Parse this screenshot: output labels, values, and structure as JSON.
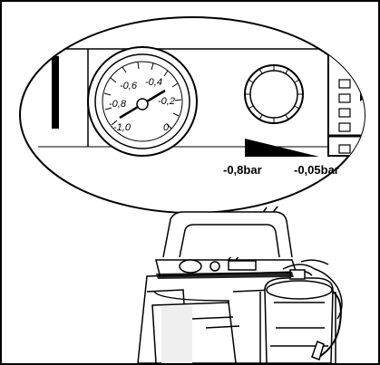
{
  "gauge": {
    "scale_labels": [
      "-0,6",
      "-0,4",
      "-0,8",
      "-0,2",
      "-1,0",
      "0"
    ]
  },
  "callouts": {
    "left_pressure": "-0,8bar",
    "right_pressure": "-0,05bar"
  },
  "colors": {
    "ink": "#000000",
    "paper": "#ffffff",
    "shade": "#efefef"
  }
}
